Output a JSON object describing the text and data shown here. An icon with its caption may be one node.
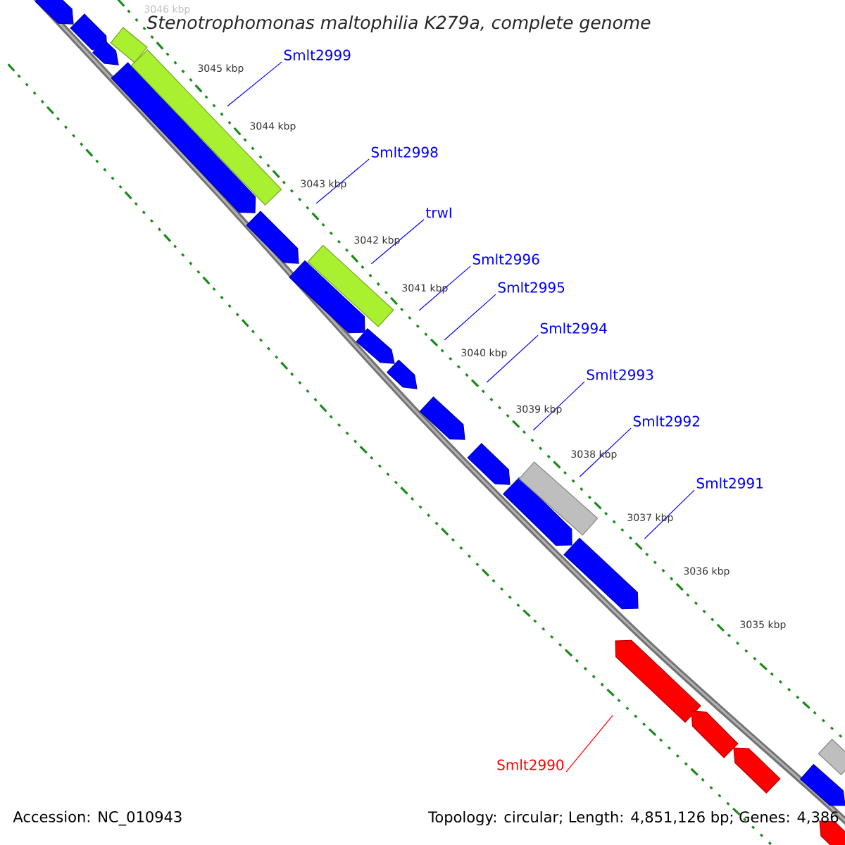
{
  "diagram": {
    "title": "Stenotrophomonas maltophilia K279a, complete genome",
    "nodes": [
      {
        "text": [
          "Smlt2999"
        ]
      },
      {
        "text": [
          "Smlt2998"
        ]
      },
      {
        "text": [
          "trwI"
        ]
      },
      {
        "text": [
          "Smlt2996"
        ]
      },
      {
        "text": [
          "Smlt2995"
        ]
      },
      {
        "text": [
          "Smlt2994"
        ]
      },
      {
        "text": [
          "Smlt2993"
        ]
      },
      {
        "text": [
          "Smlt2992"
        ]
      },
      {
        "text": [
          "Smlt2991"
        ]
      },
      {
        "text": [
          "Smlt2990"
        ]
      }
    ],
    "edges": [
      {
        "from": 0,
        "to": null,
        "arrow": "none"
      },
      {
        "from": 1,
        "to": null,
        "arrow": "none"
      },
      {
        "from": 2,
        "to": null,
        "arrow": "none"
      },
      {
        "from": 3,
        "to": null,
        "arrow": "none"
      },
      {
        "from": 4,
        "to": null,
        "arrow": "none"
      },
      {
        "from": 5,
        "to": null,
        "arrow": "none"
      },
      {
        "from": 6,
        "to": null,
        "arrow": "none"
      },
      {
        "from": 7,
        "to": null,
        "arrow": "none"
      },
      {
        "from": 8,
        "to": null,
        "arrow": "none"
      },
      {
        "from": 9,
        "to": null,
        "arrow": "none",
        "color": "#ff0000"
      }
    ],
    "labels": [
      "3046 kbp",
      "3045 kbp",
      "3044 kbp",
      "3043 kbp",
      "3042 kbp",
      "3041 kbp",
      "3040 kbp",
      "3039 kbp",
      "3038 kbp",
      "3037 kbp",
      "3036 kbp",
      "3035 kbp",
      "Accession: NC_010943",
      "Topology: circular; Length: 4,851,126 bp; Genes: 4,386"
    ]
  }
}
